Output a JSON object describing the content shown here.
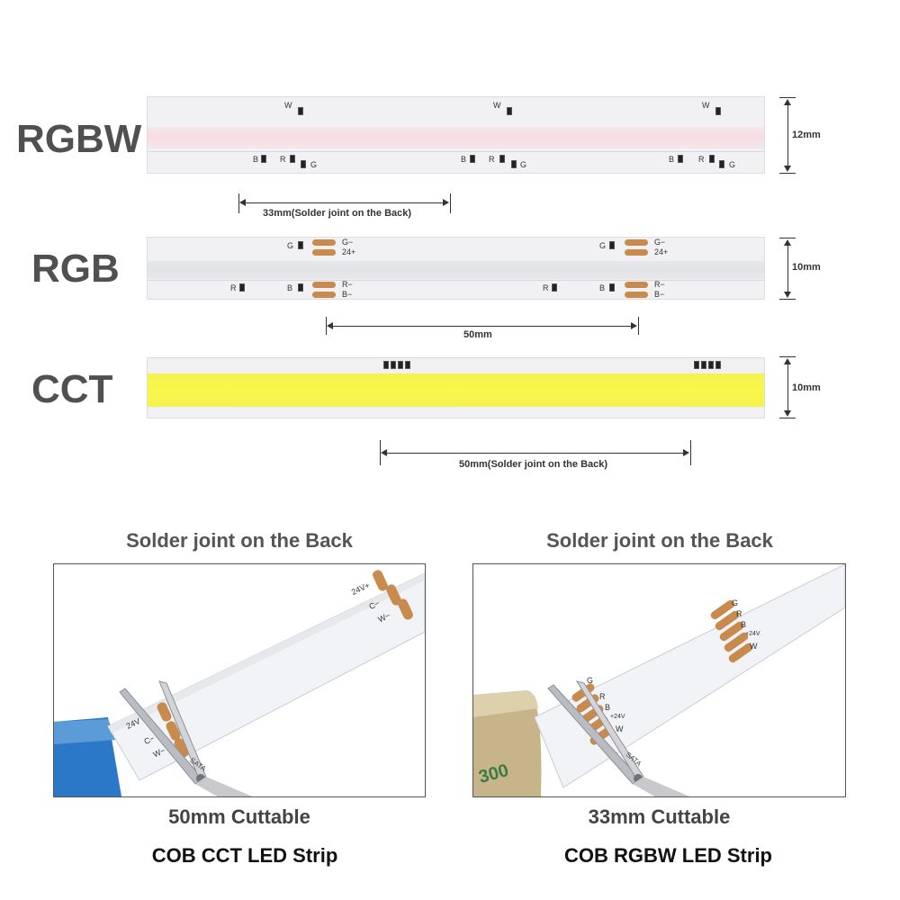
{
  "strips": {
    "rgbw": {
      "label": "RGBW",
      "width_dim": "12mm",
      "cut_dim": "33mm(Solder joint on the Back)",
      "top_marks": [
        "W",
        "W",
        "W"
      ],
      "bottom_marks": [
        [
          "B",
          "R",
          "G"
        ],
        [
          "B",
          "R",
          "G"
        ],
        [
          "B",
          "R",
          "G"
        ]
      ]
    },
    "rgb": {
      "label": "RGB",
      "width_dim": "10mm",
      "cut_dim": "50mm",
      "pad_top": [
        "G−",
        "24+"
      ],
      "pad_bottom": [
        "R−",
        "B−"
      ],
      "mark_g": "G",
      "mark_r": "R",
      "mark_b": "B"
    },
    "cct": {
      "label": "CCT",
      "width_dim": "10mm",
      "cut_dim": "50mm(Solder joint on the Back)"
    }
  },
  "photos": {
    "left": {
      "title": "Solder joint on the Back",
      "cut_caption": "50mm Cuttable",
      "product": "COB CCT LED Strip",
      "pads_upper": [
        "24V+",
        "C−",
        "W−"
      ],
      "pads_lower": [
        "24V",
        "C−",
        "W−"
      ],
      "scissor_brand": "SATA"
    },
    "right": {
      "title": "Solder joint on the Back",
      "cut_caption": "33mm Cuttable",
      "product": "COB RGBW LED Strip",
      "pads_upper": [
        "G",
        "R",
        "B",
        "+24V",
        "W"
      ],
      "pads_lower": [
        "G",
        "R",
        "B",
        "+24V",
        "W"
      ],
      "scissor_brand": "SATA",
      "tape_text": "300"
    }
  },
  "colors": {
    "cct_glow": "#f8f54a",
    "rgbw_glow": "#f6dfe4",
    "pad_copper": "#c98a4e",
    "label_gray": "#505050"
  }
}
